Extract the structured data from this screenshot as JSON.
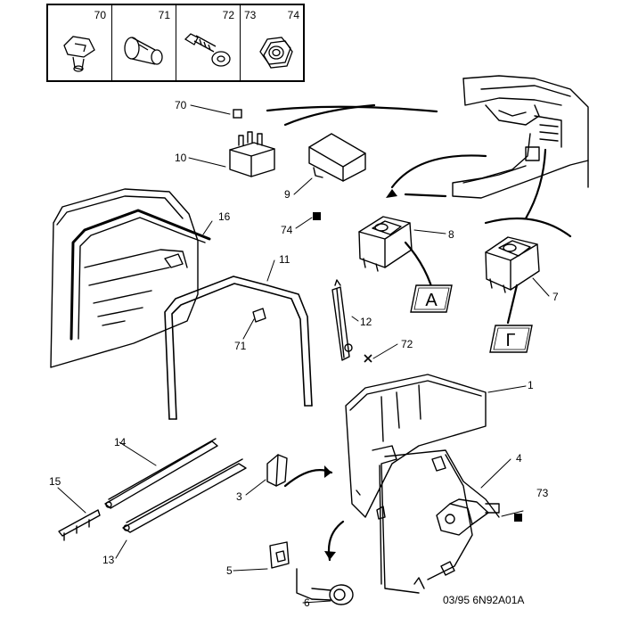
{
  "legend": {
    "items": [
      {
        "number": "70",
        "icon": "clip-fastener-icon"
      },
      {
        "number": "71",
        "icon": "push-rivet-icon"
      },
      {
        "number": "72",
        "icon": "screw-washer-icon"
      },
      {
        "number": "73",
        "icon": "hex-nut-icon"
      },
      {
        "number": "74",
        "icon": "hex-nut-icon"
      }
    ]
  },
  "callouts": {
    "c70": "70",
    "c10": "10",
    "c9": "9",
    "c74": "74",
    "c16": "16",
    "c8": "8",
    "c11": "11",
    "c7": "7",
    "c12": "12",
    "c71": "71",
    "c72": "72",
    "c1": "1",
    "c14": "14",
    "c4": "4",
    "c15": "15",
    "c3": "3",
    "c73": "73",
    "c13": "13",
    "c5": "5",
    "c6": "6"
  },
  "switch_tags": {
    "a": "A",
    "b": "Γ"
  },
  "reference": "03/95  6N92A01A"
}
